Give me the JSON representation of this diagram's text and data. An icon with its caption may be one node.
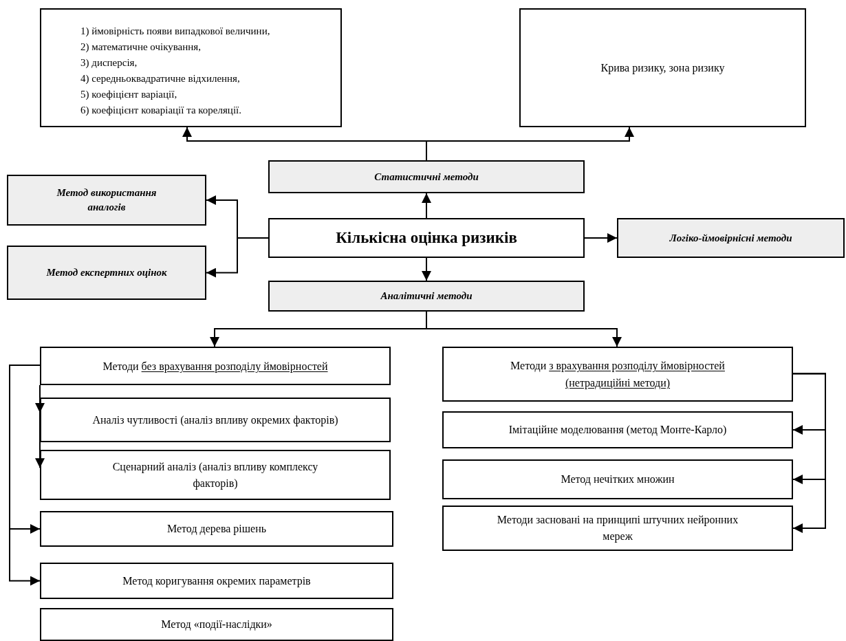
{
  "diagram": {
    "nodes": [
      {
        "text": [
          "1) ймовірність  появи випадкової величини,",
          "2) математичне очікування,",
          "3) дисперсія,",
          "4) середньоквадратичне відхилення,",
          "5) коефіцієнт  варіації,",
          "6) коефіцієнт  коваріації та кореляції."
        ]
      },
      {
        "text": [
          "Крива ризику, зона ризику"
        ]
      },
      {
        "text": [
          "Статистичні методи"
        ]
      },
      {
        "text": [
          "Метод використання аналогів"
        ]
      },
      {
        "text": [
          "Кількісна оцінка ризиків"
        ]
      },
      {
        "text": [
          "Логіко-ймовірнісні методи"
        ]
      },
      {
        "text": [
          "Метод експертних оцінок"
        ]
      },
      {
        "text": [
          "Аналітичні методи"
        ]
      },
      {
        "text": [
          "Методи",
          "без врахування розподілу ймовірностей"
        ]
      },
      {
        "text": [
          "Аналіз чутливості (аналіз впливу окремих факторів)"
        ]
      },
      {
        "text": [
          "Сценарний аналіз (аналіз впливу комплексу факторів)"
        ]
      },
      {
        "text": [
          "Метод дерева рішень"
        ]
      },
      {
        "text": [
          "Метод коригування окремих параметрів"
        ]
      },
      {
        "text": [
          "Метод «події-наслідки»"
        ]
      },
      {
        "text": [
          "Методи",
          "з врахування розподілу ймовірностей (нетрадиційні методи)"
        ]
      },
      {
        "text": [
          "Імітаційне моделювання (метод Монте-Карло)"
        ]
      },
      {
        "text": [
          "Метод нечітких множин"
        ]
      },
      {
        "text": [
          "Методи засновані на принципі штучних нейронних мереж"
        ]
      }
    ],
    "edges": [
      {
        "from": 2,
        "to": 0,
        "arrow": "to"
      },
      {
        "from": 2,
        "to": 1,
        "arrow": "to"
      },
      {
        "from": 4,
        "to": 2,
        "arrow": "to"
      },
      {
        "from": 4,
        "to": 7,
        "arrow": "to"
      },
      {
        "from": 4,
        "to": 5,
        "arrow": "to"
      },
      {
        "from": 4,
        "to": 3,
        "arrow": "to"
      },
      {
        "from": 4,
        "to": 6,
        "arrow": "to"
      },
      {
        "from": 7,
        "to": 8,
        "arrow": "to"
      },
      {
        "from": 7,
        "to": 14,
        "arrow": "to"
      },
      {
        "from": 8,
        "to": 9,
        "arrow": "to"
      },
      {
        "from": 8,
        "to": 10,
        "arrow": "to"
      },
      {
        "from": 8,
        "to": 11,
        "arrow": "to"
      },
      {
        "from": 8,
        "to": 12,
        "arrow": "to"
      },
      {
        "from": 14,
        "to": 15,
        "arrow": "to"
      },
      {
        "from": 14,
        "to": 16,
        "arrow": "to"
      },
      {
        "from": 14,
        "to": 17,
        "arrow": "to"
      }
    ]
  }
}
